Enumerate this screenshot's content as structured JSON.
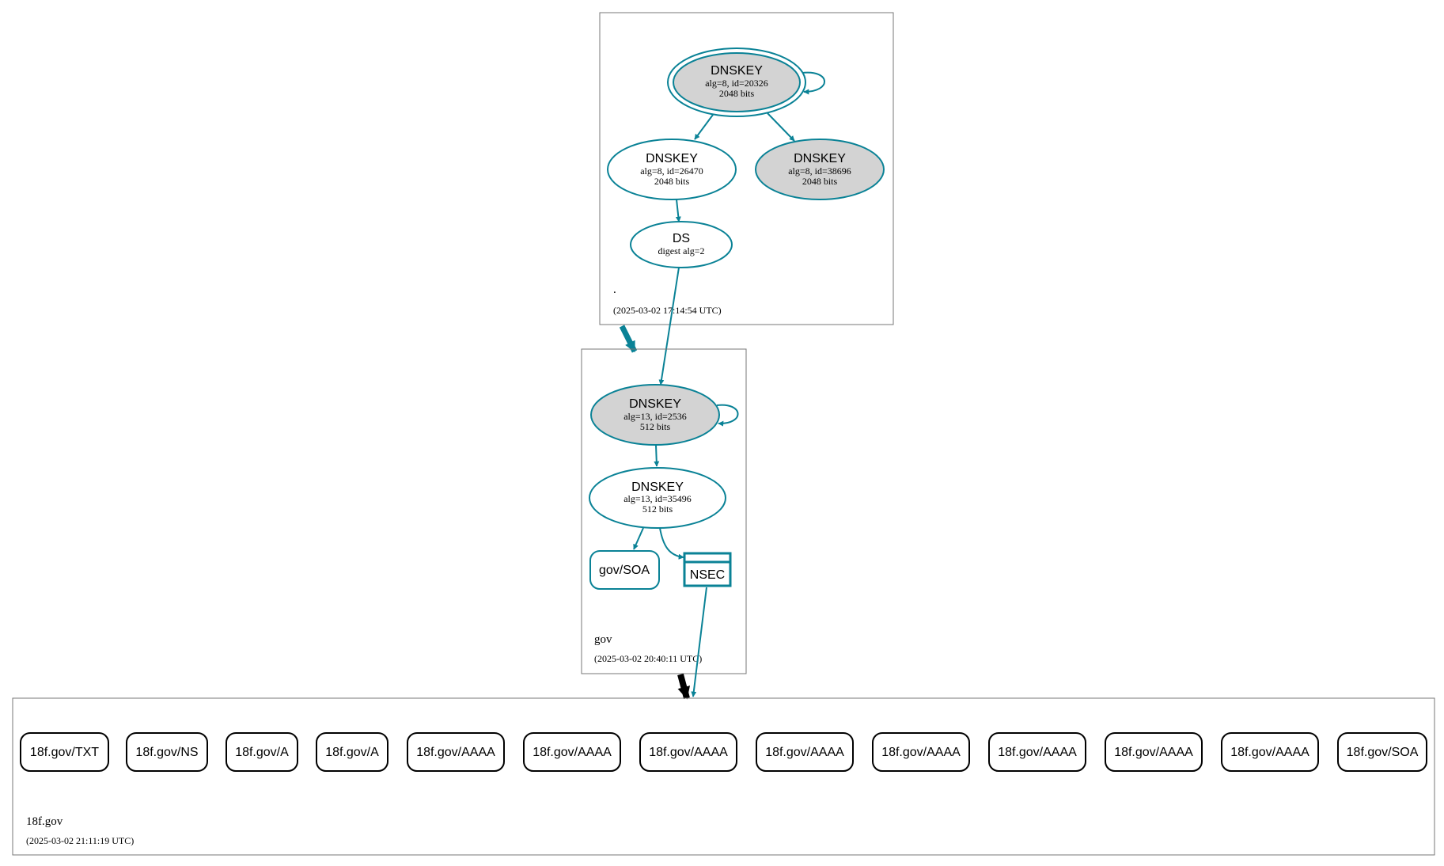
{
  "zones": {
    "root": {
      "name": ".",
      "timestamp": "(2025-03-02 17:14:54 UTC)"
    },
    "gov": {
      "name": "gov",
      "timestamp": "(2025-03-02 20:40:11 UTC)"
    },
    "f18": {
      "name": "18f.gov",
      "timestamp": "(2025-03-02 21:11:19 UTC)"
    }
  },
  "nodes": {
    "root_ksk": {
      "title": "DNSKEY",
      "line1": "alg=8, id=20326",
      "line2": "2048 bits"
    },
    "root_zsk": {
      "title": "DNSKEY",
      "line1": "alg=8, id=26470",
      "line2": "2048 bits"
    },
    "root_key3": {
      "title": "DNSKEY",
      "line1": "alg=8, id=38696",
      "line2": "2048 bits"
    },
    "root_ds": {
      "title": "DS",
      "line1": "digest alg=2"
    },
    "gov_ksk": {
      "title": "DNSKEY",
      "line1": "alg=13, id=2536",
      "line2": "512 bits"
    },
    "gov_zsk": {
      "title": "DNSKEY",
      "line1": "alg=13, id=35496",
      "line2": "512 bits"
    },
    "gov_soa": {
      "label": "gov/SOA"
    },
    "gov_nsec": {
      "label": "NSEC"
    }
  },
  "records": [
    "18f.gov/TXT",
    "18f.gov/NS",
    "18f.gov/A",
    "18f.gov/A",
    "18f.gov/AAAA",
    "18f.gov/AAAA",
    "18f.gov/AAAA",
    "18f.gov/AAAA",
    "18f.gov/AAAA",
    "18f.gov/AAAA",
    "18f.gov/AAAA",
    "18f.gov/AAAA",
    "18f.gov/SOA"
  ],
  "colors": {
    "secure": "#0a8296",
    "key_fill": "#d3d3d3",
    "zone_border": "#777777",
    "record_border": "#000000"
  }
}
